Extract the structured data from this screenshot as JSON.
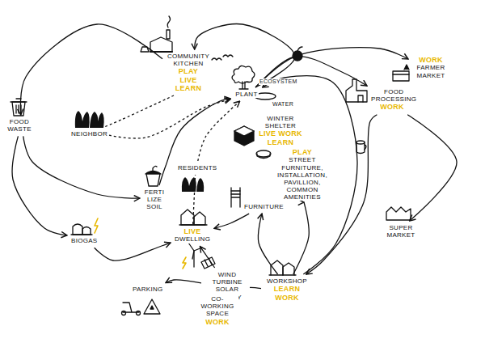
{
  "diagram": {
    "nodes": [
      {
        "text": [
          "COMMUNITY KITCHEN",
          "PLAY",
          "LIVE LEARN"
        ]
      },
      {
        "text": [
          "FOOD WASTE"
        ]
      },
      {
        "text": [
          "NEIGHBOR"
        ]
      },
      {
        "text": [
          "PLANT"
        ]
      },
      {
        "text": [
          "WINTER SHELTER",
          "LIVE WORK LEARN"
        ]
      },
      {
        "text": [
          "PLAY",
          "STREET FURNITURE, INSTALLATION, PAVILLION, COMMON AMENITIES"
        ]
      },
      {
        "text": [
          "FERTI LIZE SOIL"
        ]
      },
      {
        "text": [
          "RESIDENTS"
        ]
      },
      {
        "text": [
          "BIOGAS"
        ]
      },
      {
        "text": [
          "LIVE",
          "DWELLING"
        ]
      },
      {
        "text": [
          "FURNITURE"
        ]
      },
      {
        "text": [
          "WIND TURBINE SOLAR ENERGY"
        ]
      },
      {
        "text": [
          "PARKING"
        ]
      },
      {
        "text": [
          "CO-WORKING SPACE",
          "WORK"
        ]
      },
      {
        "text": [
          "WORKSHOP",
          "LEARN WORK"
        ]
      },
      {
        "text": [
          "FOOD PROCESSING",
          "WORK"
        ]
      },
      {
        "text": [
          "WORK",
          "FARMER MARKET"
        ]
      },
      {
        "text": [
          "SUPER MARKET"
        ]
      }
    ],
    "edges": [
      {
        "from": 3,
        "to": 0,
        "arrow": "to"
      },
      {
        "from": 3,
        "to": 15,
        "arrow": "to"
      },
      {
        "from": 3,
        "to": 16,
        "arrow": "to"
      },
      {
        "from": 0,
        "to": 1,
        "arrow": "to"
      },
      {
        "from": 1,
        "to": 6,
        "arrow": "to"
      },
      {
        "from": 1,
        "to": 8,
        "arrow": "to"
      },
      {
        "from": 8,
        "to": 9,
        "arrow": "to"
      },
      {
        "from": 6,
        "to": 3,
        "arrow": "to"
      },
      {
        "from": 2,
        "to": 3,
        "arrow": "to"
      },
      {
        "from": 0,
        "to": 2,
        "arrow": "none"
      },
      {
        "from": 7,
        "to": 3,
        "arrow": "to"
      },
      {
        "from": 9,
        "to": 7,
        "arrow": "none"
      },
      {
        "from": 15,
        "to": 17,
        "arrow": "to"
      },
      {
        "from": 15,
        "to": 14,
        "arrow": "to"
      },
      {
        "from": 14,
        "to": 10,
        "arrow": "to"
      },
      {
        "from": 14,
        "to": 5,
        "arrow": "to"
      },
      {
        "from": 14,
        "to": 3,
        "arrow": "to"
      },
      {
        "from": 14,
        "to": 13,
        "arrow": "to"
      },
      {
        "from": 10,
        "to": 9,
        "arrow": "to"
      },
      {
        "from": 11,
        "to": 9,
        "arrow": "to"
      },
      {
        "from": 11,
        "to": 12,
        "arrow": "to"
      }
    ],
    "labels": [
      "ECOSYSTEM",
      "WATER"
    ]
  }
}
